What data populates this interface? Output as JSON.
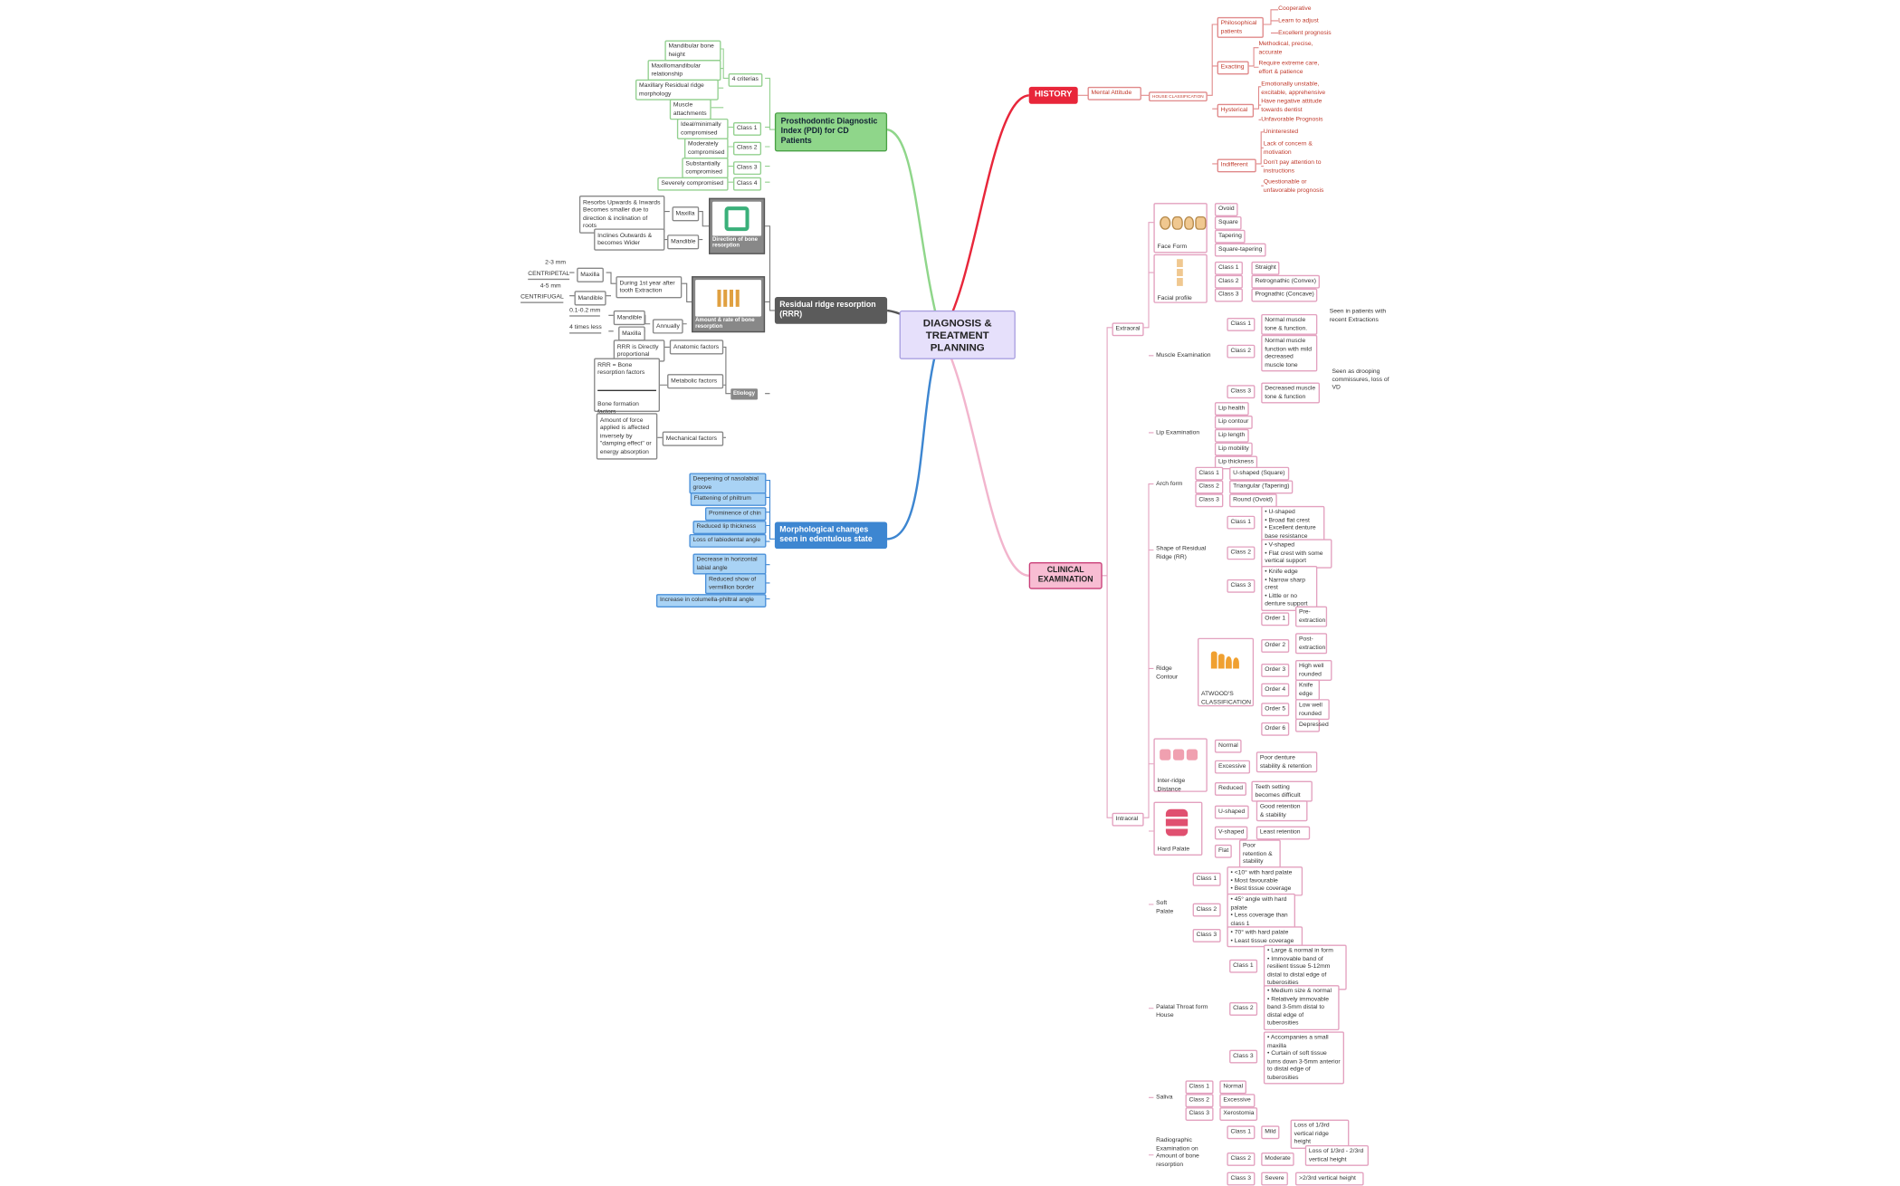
{
  "center": "DIAGNOSIS & TREATMENT PLANNING",
  "history": {
    "title": "HISTORY",
    "mental_attitude": "Mental Attitude",
    "classification": "HOUSE CLASSIFICATION",
    "philosophical": {
      "label": "Philosophical patients",
      "items": [
        "Cooperative",
        "Learn to adjust",
        "Excellent prognosis"
      ]
    },
    "exacting": {
      "label": "Exacting",
      "items": [
        "Methodical, precise, accurate",
        "Require extreme care, effort & patience"
      ]
    },
    "hysterical": {
      "label": "Hysterical",
      "items": [
        "Emotionally unstable, excitable, apprehensive",
        "Have negative attitude towards dentist",
        "Unfavorable Prognosis"
      ]
    },
    "indifferent": {
      "label": "Indifferent",
      "items": [
        "Uninterested",
        "Lack of concern & motivation",
        "Don't pay attention to instructions",
        "Questionable or unfavorable prognosis"
      ]
    }
  },
  "pdi": {
    "title": "Prosthodontic Diagnostic Index (PDI) for CD Patients",
    "criteria_label": "4 criterias",
    "criteria": [
      "Mandibular bone height",
      "Maxillomandibular relationship",
      "Maxillary Residual ridge morphology",
      "Muscle attachments"
    ],
    "classes": [
      {
        "label": "Class 1",
        "desc": "Ideal/minimally compromised"
      },
      {
        "label": "Class 2",
        "desc": "Moderately compromised"
      },
      {
        "label": "Class 3",
        "desc": "Substantially compromised"
      },
      {
        "label": "Class 4",
        "desc": "Severely compromised"
      }
    ]
  },
  "rrr": {
    "title": "Residual ridge resorption (RRR)",
    "direction": "Direction of bone resorption",
    "maxilla": "Maxilla",
    "mandible": "Mandible",
    "maxilla_dir": "Resorbs Upwards & Inwards Becomes smaller due to direction & inclination of roots",
    "mandible_dir": "Inclines Outwards & becomes Wider",
    "amount": "Amount & rate of bone resorption",
    "first_year": "During 1st year after tooth Extraction",
    "max_mm": "2-3 mm",
    "centripetal": "CENTRIPETAL",
    "mand_mm": "4-5 mm",
    "centrifugal": "CENTRIFUGAL",
    "annually": "Annually",
    "annual_mand": "0.1-0.2 mm",
    "annual_max": "4 times less",
    "etiology": "Etiology",
    "anatomic": "Anatomic factors",
    "anatomic_desc": "RRR is Directly proportional",
    "metabolic": "Metabolic factors",
    "metabolic_num": "RRR = Bone resorption factors",
    "metabolic_den": "Bone formation factors",
    "mechanical": "Mechanical factors",
    "mechanical_desc": "Amount of force applied is affected inversely by \"damping effect\" or energy absorption"
  },
  "morph": {
    "title": "Morphological changes seen in edentulous state",
    "items": [
      "Deepening of nasolabial groove",
      "Flattening of philtrum",
      "Prominence of chin",
      "Reduced lip thickness",
      "Loss of labiodental angle",
      "Decrease in horizontal labial angle",
      "Reduced show of vermillion border",
      "Increase in columella-philtral angle"
    ]
  },
  "clinical": {
    "title": "CLINICAL EXAMINATION",
    "extraoral": "Extraoral",
    "intraoral": "Intraoral",
    "face_form": {
      "label": "Face Form",
      "items": [
        "Ovoid",
        "Square",
        "Tapering",
        "Square-tapering"
      ]
    },
    "facial_profile": {
      "label": "Facial profile",
      "classes": [
        "Class 1",
        "Class 2",
        "Class 3"
      ],
      "items": [
        "Straight",
        "Retrognathic (Convex)",
        "Prognathic (Concave)"
      ]
    },
    "muscle": {
      "label": "Muscle Examination",
      "classes": [
        "Class 1",
        "Class 2",
        "Class 3"
      ],
      "items": [
        "Normal muscle tone & function.",
        "Normal muscle function with mild decreased muscle tone",
        "Decreased muscle tone & function"
      ],
      "notes": [
        "Seen in patients with recent Extractions",
        "Seen as drooping commissures, loss of VD"
      ]
    },
    "lip": {
      "label": "Lip Examination",
      "items": [
        "Lip health",
        "Lip contour",
        "Lip length",
        "Lip mobility",
        "Lip thickness"
      ]
    },
    "arch": {
      "label": "Arch form",
      "classes": [
        "Class 1",
        "Class 2",
        "Class 3"
      ],
      "items": [
        "U-shaped (Square)",
        "Triangular (Tapering)",
        "Round (Ovoid)"
      ]
    },
    "shape_rr": {
      "label": "Shape of Residual Ridge (RR)",
      "classes": [
        "Class 1",
        "Class 2",
        "Class 3"
      ],
      "items": [
        "• U-shaped\n• Broad flat crest\n• Excellent denture base resistance",
        "• V-shaped\n• Flat crest with some vertical support",
        "• Knife edge\n• Narrow sharp crest\n• Little or no denture support"
      ]
    },
    "ridge": {
      "label": "Ridge Contour",
      "atwood": "ATWOOD'S CLASSIFICATION",
      "orders": [
        "Order 1",
        "Order 2",
        "Order 3",
        "Order 4",
        "Order 5",
        "Order 6"
      ],
      "items": [
        "Pre-extraction",
        "Post-extraction",
        "High well rounded",
        "Knife edge",
        "Low well rounded",
        "Depressed"
      ]
    },
    "inter": {
      "label": "Inter-ridge Distance",
      "items": [
        "Normal",
        "Excessive",
        "Reduced"
      ],
      "notes": [
        "Poor denture stability & retention",
        "Teeth setting becomes difficult"
      ]
    },
    "hard": {
      "label": "Hard Palate",
      "items": [
        "U-shaped",
        "V-shaped",
        "Flat"
      ],
      "notes": [
        "Good retention & stability",
        "Least retention",
        "Poor retention & stability"
      ]
    },
    "soft": {
      "label": "Soft Palate",
      "classes": [
        "Class 1",
        "Class 2",
        "Class 3"
      ],
      "items": [
        "• <10° with hard palate\n• Most favourable\n• Best tissue coverage",
        "• 45° angle with hard palate\n• Less coverage than class 1",
        "• 70° with hard palate\n• Least tissue coverage"
      ]
    },
    "throat": {
      "label": "Palatal Throat form House",
      "classes": [
        "Class 1",
        "Class 2",
        "Class 3"
      ],
      "items": [
        "• Large & normal in form\n• Immovable band of resilient tissue 5-12mm distal to distal edge of tuberosities",
        "• Medium size & normal\n• Relatively immovable band 3-5mm distal to distal edge of tuberosities",
        "• Accompanies a small maxilla\n• Curtain of soft tissue turns down 3-5mm anterior to distal edge of tuberosities"
      ]
    },
    "saliva": {
      "label": "Saliva",
      "classes": [
        "Class 1",
        "Class 2",
        "Class 3"
      ],
      "items": [
        "Normal",
        "Excessive",
        "Xerostomia"
      ]
    },
    "radio": {
      "label": "Radiographic Examination on Amount of bone resorption",
      "classes": [
        "Class 1",
        "Class 2",
        "Class 3"
      ],
      "sev": [
        "Mild",
        "Moderate",
        "Severe"
      ],
      "items": [
        "Loss of 1/3rd vertical ridge height",
        "Loss of 1/3rd - 2/3rd vertical height",
        ">2/3rd vertical height"
      ]
    }
  }
}
